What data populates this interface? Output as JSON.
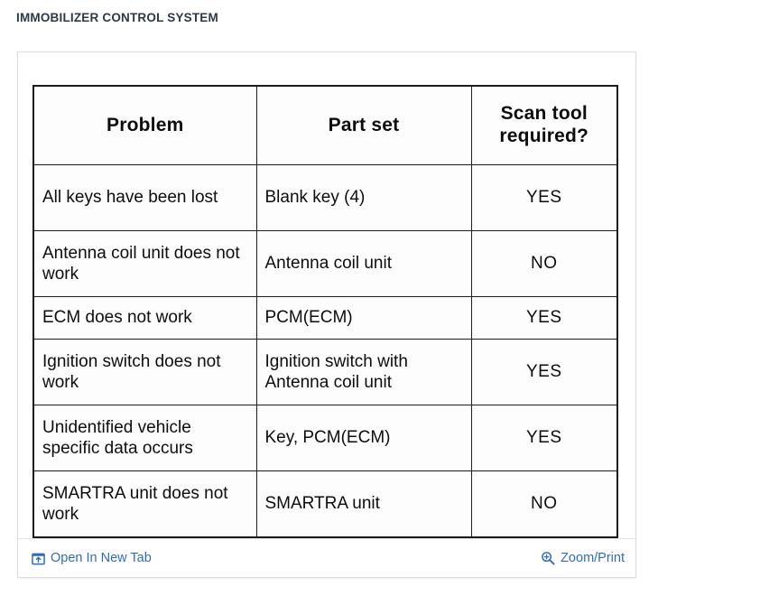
{
  "page": {
    "title": "IMMOBILIZER CONTROL SYSTEM"
  },
  "figure": {
    "table": {
      "headers": {
        "problem": "Problem",
        "part_set": "Part set",
        "scan_tool_line1": "Scan tool",
        "scan_tool_line2": "required?"
      },
      "rows": [
        {
          "problem": "All keys have been lost",
          "part_set": "Blank key (4)",
          "scan_tool_required": "YES"
        },
        {
          "problem": "Antenna coil unit does not work",
          "part_set": "Antenna coil unit",
          "scan_tool_required": "NO"
        },
        {
          "problem": "ECM does not work",
          "part_set": "PCM(ECM)",
          "scan_tool_required": "YES"
        },
        {
          "problem": "Ignition switch does not work",
          "part_set": "Ignition switch with Antenna coil unit",
          "scan_tool_required": "YES"
        },
        {
          "problem": "Unidentified vehicle specific data occurs",
          "part_set": "Key, PCM(ECM)",
          "scan_tool_required": "YES"
        },
        {
          "problem": "SMARTRA unit does not work",
          "part_set": "SMARTRA unit",
          "scan_tool_required": "NO"
        }
      ]
    },
    "toolbar": {
      "open_in_new_tab": "Open In New Tab",
      "open_in_new_tab_icon": "open-in-new-tab-icon",
      "zoom_print": "Zoom/Print",
      "zoom_print_icon": "magnifier-plus-icon",
      "link_color": "#2f6dbb"
    }
  }
}
